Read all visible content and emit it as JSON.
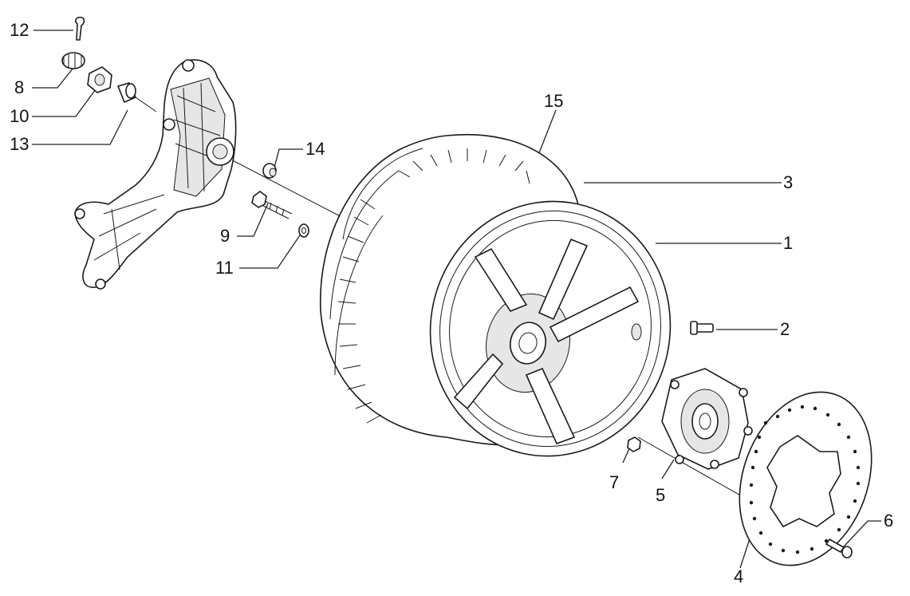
{
  "colors": {
    "line": "#1a1a1a",
    "background": "#ffffff",
    "shade": "#e6e6e6"
  },
  "parts": [
    {
      "id": "part-1",
      "label": "1",
      "icon": "wheel-rim"
    },
    {
      "id": "part-2",
      "label": "2",
      "icon": "screw"
    },
    {
      "id": "part-3",
      "label": "3",
      "icon": "tyre"
    },
    {
      "id": "part-4",
      "label": "4",
      "icon": "brake-disc"
    },
    {
      "id": "part-5",
      "label": "5",
      "icon": "hub"
    },
    {
      "id": "part-6",
      "label": "6",
      "icon": "screw"
    },
    {
      "id": "part-7",
      "label": "7",
      "icon": "nut"
    },
    {
      "id": "part-8",
      "label": "8",
      "icon": "cap"
    },
    {
      "id": "part-9",
      "label": "9",
      "icon": "bolt"
    },
    {
      "id": "part-10",
      "label": "10",
      "icon": "nut"
    },
    {
      "id": "part-11",
      "label": "11",
      "icon": "washer"
    },
    {
      "id": "part-12",
      "label": "12",
      "icon": "cotter-pin"
    },
    {
      "id": "part-13",
      "label": "13",
      "icon": "spacer"
    },
    {
      "id": "part-14",
      "label": "14",
      "icon": "spacer"
    },
    {
      "id": "part-15",
      "label": "15",
      "icon": "valve"
    }
  ]
}
